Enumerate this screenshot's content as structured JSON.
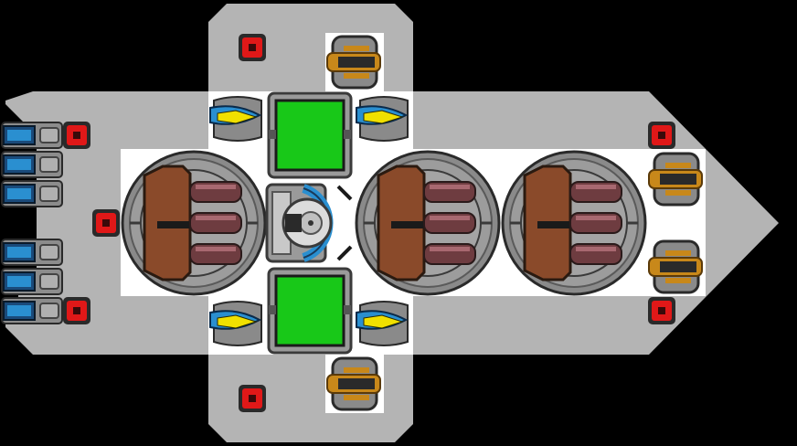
{
  "title": "",
  "colors": {
    "background": "#000000",
    "hull": "#b4b4b4",
    "hull_dark": "#8a8a8a",
    "deck": "#ffffff",
    "red_block": "#e01818",
    "green_pad": "#18c818",
    "copper": "#8a4a2a",
    "cannon": "#6e3c40",
    "gold": "#c8881a",
    "yellow": "#f0e000",
    "blue": "#2a8fd0"
  },
  "components": {
    "red_blocks": [
      "red-block-top",
      "red-block-bottom",
      "red-block-left-1",
      "red-block-left-2",
      "red-block-left-3",
      "red-block-right-1",
      "red-block-right-2"
    ],
    "thrusters": 6,
    "turrets": 3,
    "gold_cannons": 4,
    "yellow_lasers": 4,
    "green_pads": 2,
    "reactor": 1
  }
}
